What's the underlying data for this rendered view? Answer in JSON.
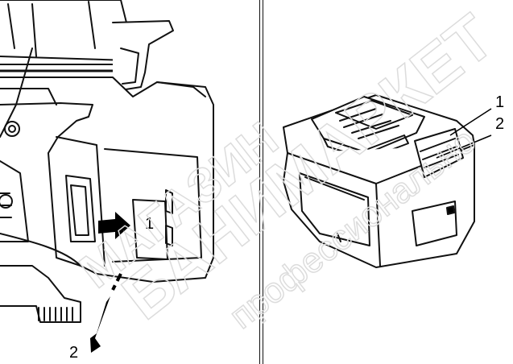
{
  "figure": {
    "left_panel": {
      "callouts": [
        "1",
        "2"
      ],
      "arrows": [
        "push-arrow-right",
        "slide-arrow-down"
      ]
    },
    "right_panel": {
      "callouts": [
        "1",
        "2"
      ]
    },
    "watermark": {
      "text_line1": "МАГАЗИН",
      "text_line2": "БАНИМАРКЕТ",
      "text_line3": "профессионально",
      "color": "#e6e6e6"
    }
  }
}
